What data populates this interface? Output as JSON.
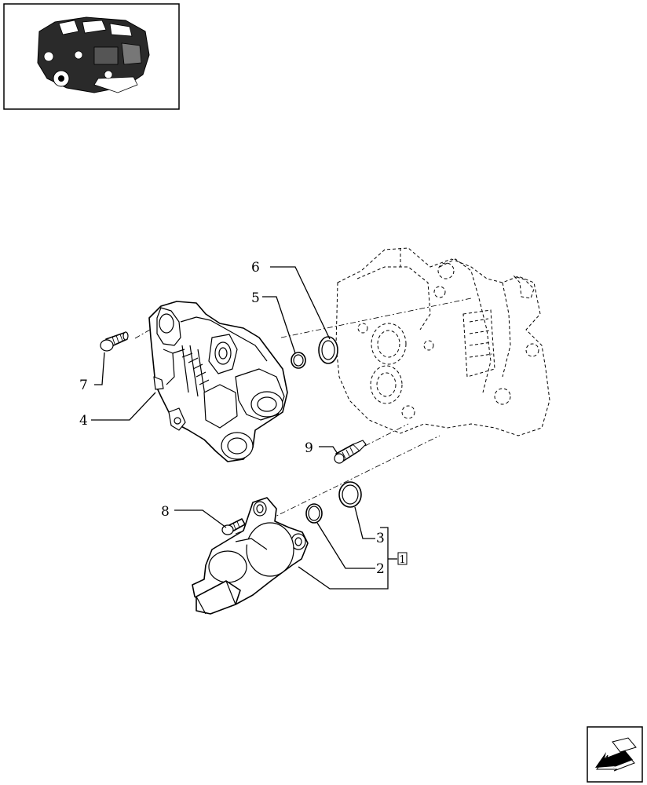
{
  "thumbnail": {
    "icon": "engine-thumbnail-icon"
  },
  "callouts": {
    "c1": "1",
    "c2": "2",
    "c3": "3",
    "c4": "4",
    "c5": "5",
    "c6": "6",
    "c7": "7",
    "c8": "8",
    "c9": "9"
  },
  "nav": {
    "icon": "previous-page-arrow-icon"
  }
}
